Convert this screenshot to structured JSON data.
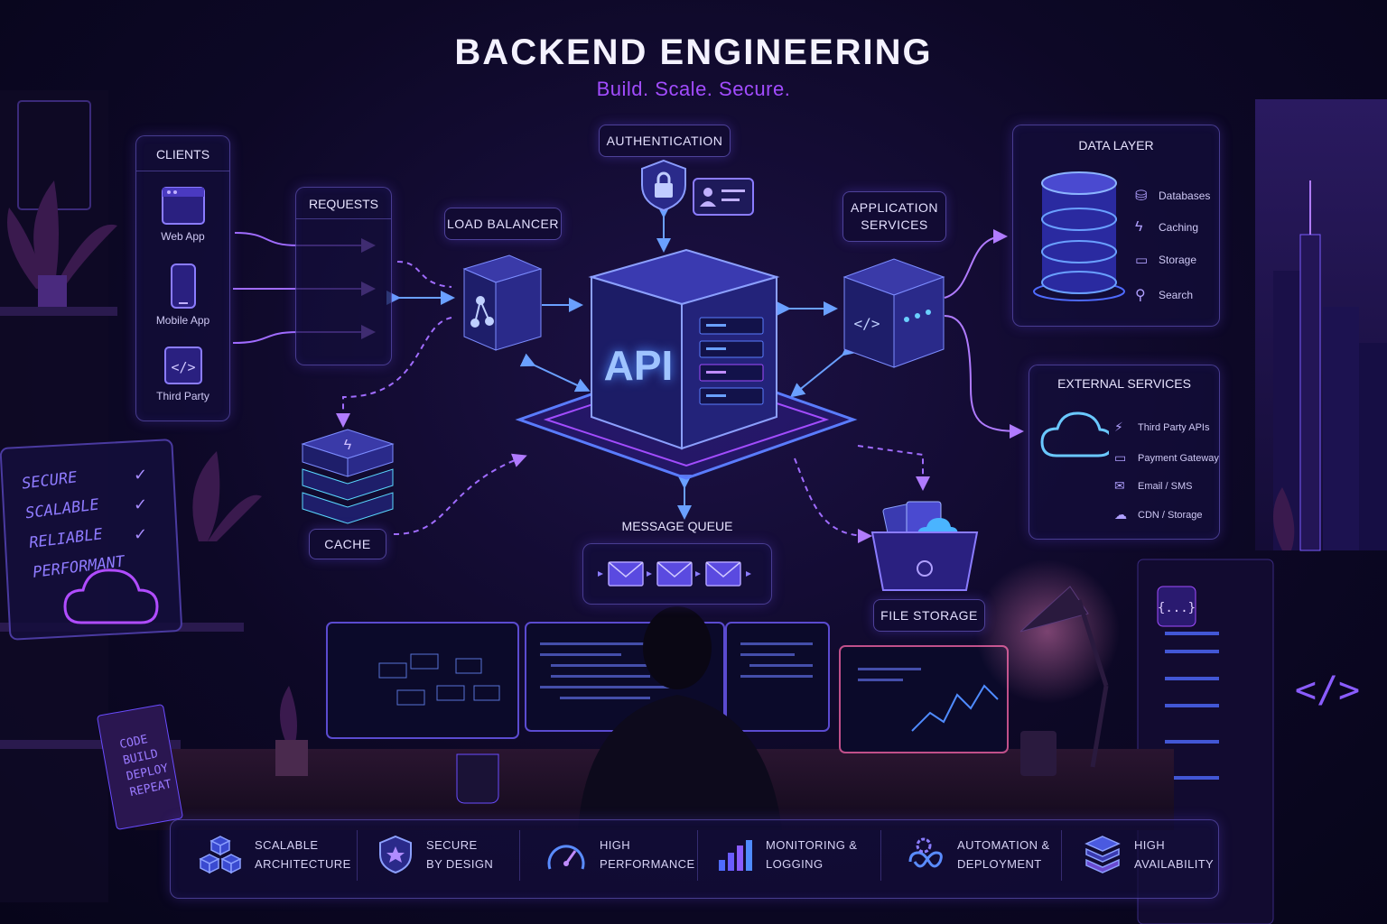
{
  "header": {
    "title": "BACKEND ENGINEERING",
    "subtitle": "Build. Scale. Secure."
  },
  "clients": {
    "title": "CLIENTS",
    "items": [
      {
        "label": "Web App",
        "icon": "browser-icon"
      },
      {
        "label": "Mobile App",
        "icon": "phone-icon"
      },
      {
        "label": "Third Party",
        "icon": "code-icon"
      }
    ]
  },
  "requests": {
    "title": "REQUESTS"
  },
  "load_balancer": {
    "title": "LOAD BALANCER"
  },
  "authentication": {
    "title": "AUTHENTICATION"
  },
  "api": {
    "label": "API"
  },
  "application_services": {
    "title": "APPLICATION\nSERVICES"
  },
  "data_layer": {
    "title": "DATA LAYER",
    "items": [
      {
        "label": "Databases",
        "icon": "database-icon"
      },
      {
        "label": "Caching",
        "icon": "lightning-icon"
      },
      {
        "label": "Storage",
        "icon": "folder-icon"
      },
      {
        "label": "Search",
        "icon": "search-icon"
      }
    ]
  },
  "external_services": {
    "title": "EXTERNAL SERVICES",
    "items": [
      {
        "label": "Third Party APIs",
        "icon": "plug-icon"
      },
      {
        "label": "Payment Gateway",
        "icon": "card-icon"
      },
      {
        "label": "Email / SMS",
        "icon": "mail-icon"
      },
      {
        "label": "CDN / Storage",
        "icon": "cloud-icon"
      }
    ]
  },
  "cache": {
    "title": "CACHE"
  },
  "message_queue": {
    "title": "MESSAGE QUEUE"
  },
  "file_storage": {
    "title": "FILE STORAGE"
  },
  "whiteboard": {
    "lines": [
      "SECURE",
      "SCALABLE",
      "RELIABLE",
      "PERFORMANT"
    ]
  },
  "book": {
    "lines": [
      "CODE",
      "BUILD",
      "DEPLOY",
      "REPEAT"
    ]
  },
  "features": [
    {
      "line1": "SCALABLE",
      "line2": "ARCHITECTURE",
      "icon": "cubes-icon"
    },
    {
      "line1": "SECURE",
      "line2": "BY DESIGN",
      "icon": "shield-icon"
    },
    {
      "line1": "HIGH",
      "line2": "PERFORMANCE",
      "icon": "gauge-icon"
    },
    {
      "line1": "MONITORING &",
      "line2": "LOGGING",
      "icon": "bar-chart-icon"
    },
    {
      "line1": "AUTOMATION &",
      "line2": "DEPLOYMENT",
      "icon": "infinity-gear-icon"
    },
    {
      "line1": "HIGH",
      "line2": "AVAILABILITY",
      "icon": "stack-icon"
    }
  ],
  "colors": {
    "accent": "#a24cff",
    "blue": "#4f6bff",
    "cyan": "#3fd4ff",
    "bg": "#0d0826"
  }
}
